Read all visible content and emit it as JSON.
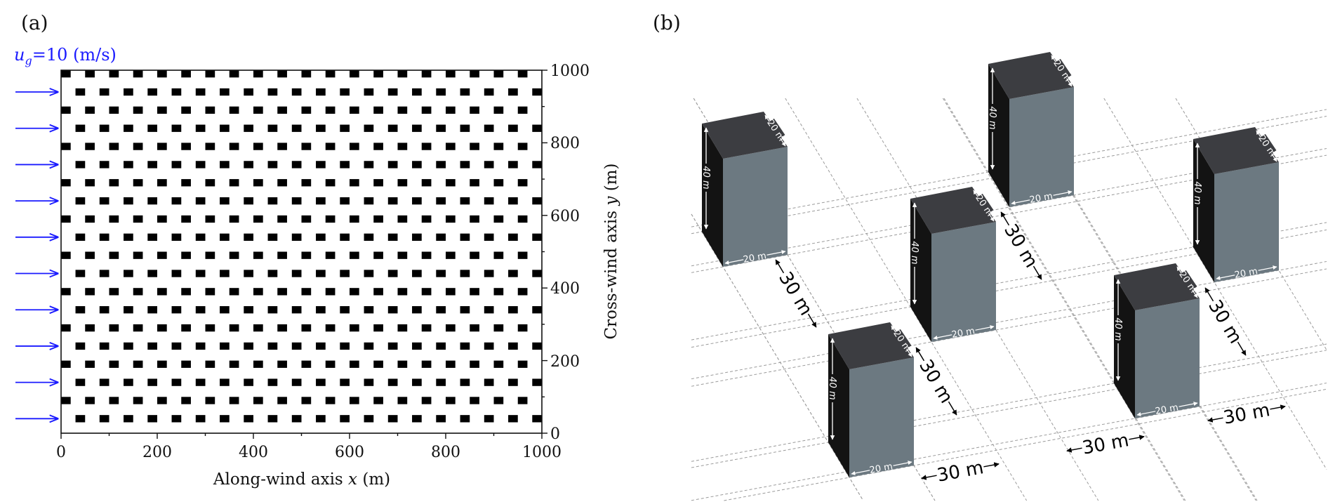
{
  "panel_a": {
    "label": "(a)",
    "wind_label": {
      "symbol": "u",
      "subscript": "g",
      "value": "=10",
      "unit": " (m/s)"
    },
    "x_axis": {
      "label_prefix": "Along-wind axis ",
      "label_var": "x",
      "label_unit": " (m)",
      "ticks": [
        "0",
        "200",
        "400",
        "600",
        "800",
        "1000"
      ],
      "range": [
        0,
        1000
      ]
    },
    "y_axis": {
      "label_prefix": "Cross-wind axis ",
      "label_var": "y",
      "label_unit": " (m)",
      "ticks": [
        "0",
        "200",
        "400",
        "600",
        "800",
        "1000"
      ],
      "range": [
        0,
        1000
      ]
    },
    "array": {
      "building_size_m": 20,
      "pitch_m": 50,
      "stagger_offset_m": 30,
      "rows": 20,
      "wind_arrows": 10
    },
    "colors": {
      "wind": "#1a1aff",
      "building": "#000000"
    }
  },
  "panel_b": {
    "label": "(b)",
    "building_width": "20 m",
    "building_depth": "20 m",
    "building_height": "40 m",
    "spacing_labels": [
      "30 m",
      "30 m",
      "30 m",
      "30 m",
      "30 m",
      "30 m",
      "30 m"
    ],
    "colors": {
      "top": "#3c3d41",
      "side": "#131313",
      "front": "#6c7981"
    }
  }
}
